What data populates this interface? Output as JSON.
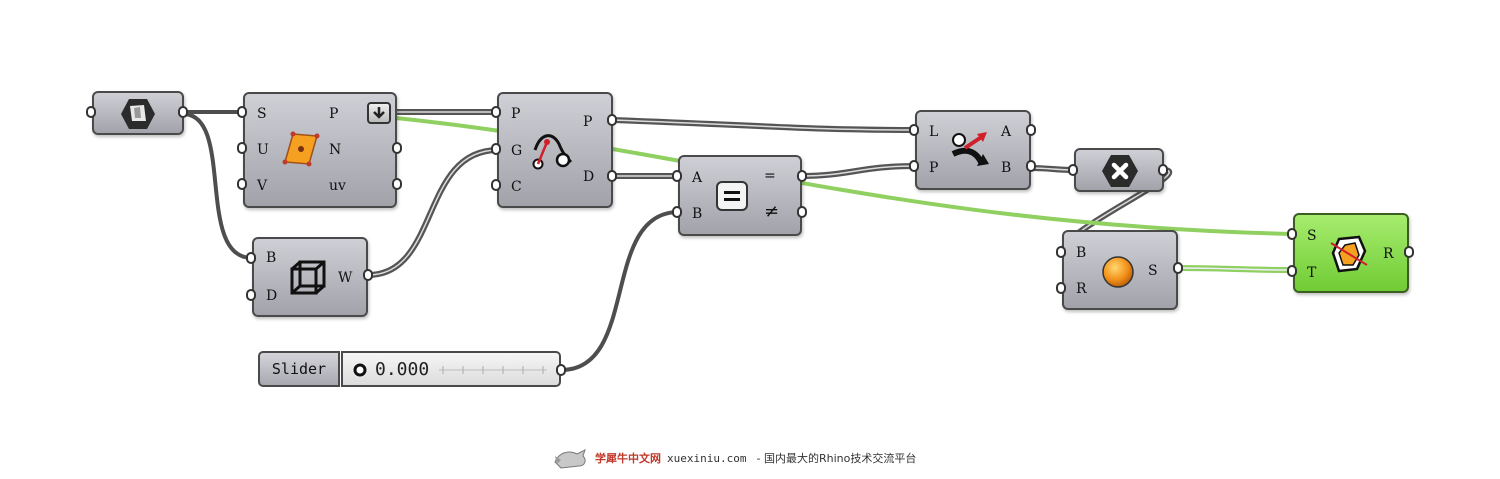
{
  "components": {
    "brep": {},
    "surface_cp": {
      "inputs": [
        "S",
        "U",
        "V"
      ],
      "outputs": [
        "P",
        "N",
        "uv"
      ]
    },
    "bounding_box": {
      "inputs": [
        "B",
        "D"
      ],
      "outputs": [
        "W"
      ]
    },
    "closest_point": {
      "inputs": [
        "P",
        "G",
        "C"
      ],
      "outputs": [
        "P",
        "D"
      ]
    },
    "equality": {
      "inputs": [
        "A",
        "B"
      ],
      "outputs": [
        "=",
        "≠"
      ]
    },
    "dispatch": {
      "inputs": [
        "L",
        "P"
      ],
      "outputs": [
        "A",
        "B"
      ]
    },
    "not": {},
    "sphere": {
      "inputs": [
        "B",
        "R"
      ],
      "outputs": [
        "S"
      ]
    },
    "split": {
      "inputs": [
        "S",
        "T"
      ],
      "outputs": [
        "R"
      ]
    }
  },
  "slider": {
    "label": "Slider",
    "value": "0.000"
  },
  "watermark": {
    "brand": "学犀牛中文网",
    "site": "xuexiniu.com",
    "tagline": "- 国内最大的Rhino技术交流平台"
  },
  "colors": {
    "component_fill": "#b8b8c0",
    "wire_dark": "#4e4e4e",
    "wire_green": "#8fd060",
    "accent_orange": "#f5a020",
    "accent_red": "#d0202a",
    "split_green": "#85dd4a"
  }
}
